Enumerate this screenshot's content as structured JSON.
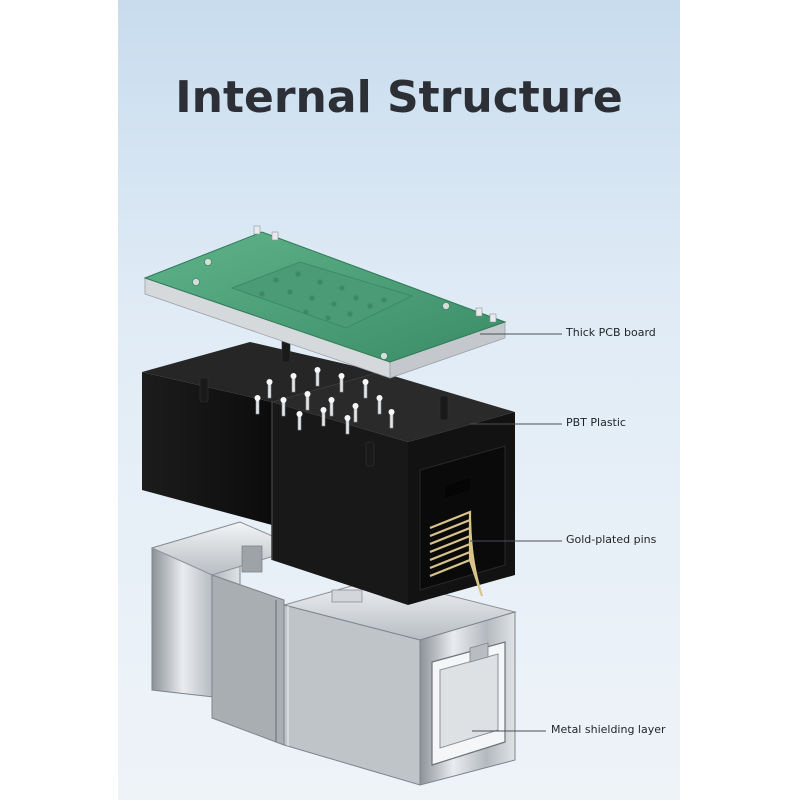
{
  "title": "Internal Structure",
  "labels": {
    "pcb": "Thick PCB board",
    "plastic": "PBT Plastic",
    "pins": "Gold-plated pins",
    "shield": "Metal shielding layer"
  },
  "colors": {
    "pcb_green": "#3f9a72",
    "plastic_black": "#151515",
    "metal_silver": "#c9cdd1",
    "gold_pin": "#d8c48a"
  }
}
